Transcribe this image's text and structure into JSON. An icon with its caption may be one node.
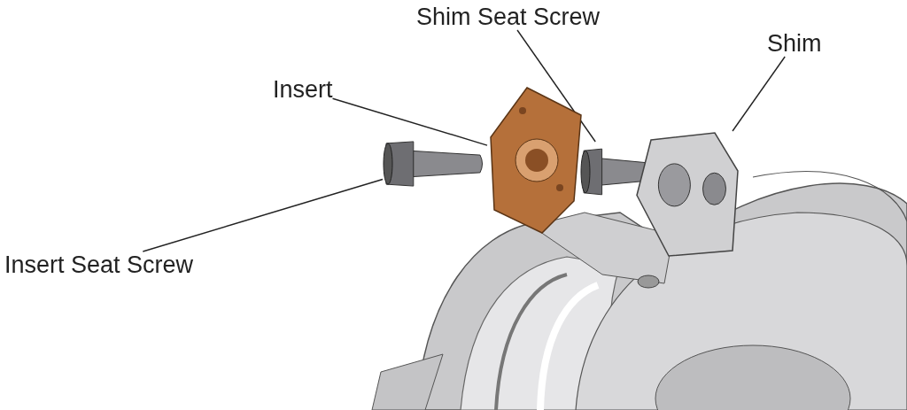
{
  "diagram": {
    "nodes": [
      {
        "text": [
          "Shim Seat Screw"
        ]
      },
      {
        "text": [
          "Shim"
        ]
      },
      {
        "text": [
          "Insert"
        ]
      },
      {
        "text": [
          "Insert Seat Screw"
        ]
      },
      {
        "text": [],
        "shape": "picture"
      },
      {
        "text": [],
        "shape": "picture"
      },
      {
        "text": [],
        "shape": "picture"
      },
      {
        "text": [],
        "shape": "picture"
      }
    ],
    "edges": [
      {
        "from": 0,
        "to": 6,
        "arrow": "none"
      },
      {
        "from": 1,
        "to": 7,
        "arrow": "none"
      },
      {
        "from": 2,
        "to": 5,
        "arrow": "none"
      },
      {
        "from": 3,
        "to": 4,
        "arrow": "none"
      }
    ]
  }
}
